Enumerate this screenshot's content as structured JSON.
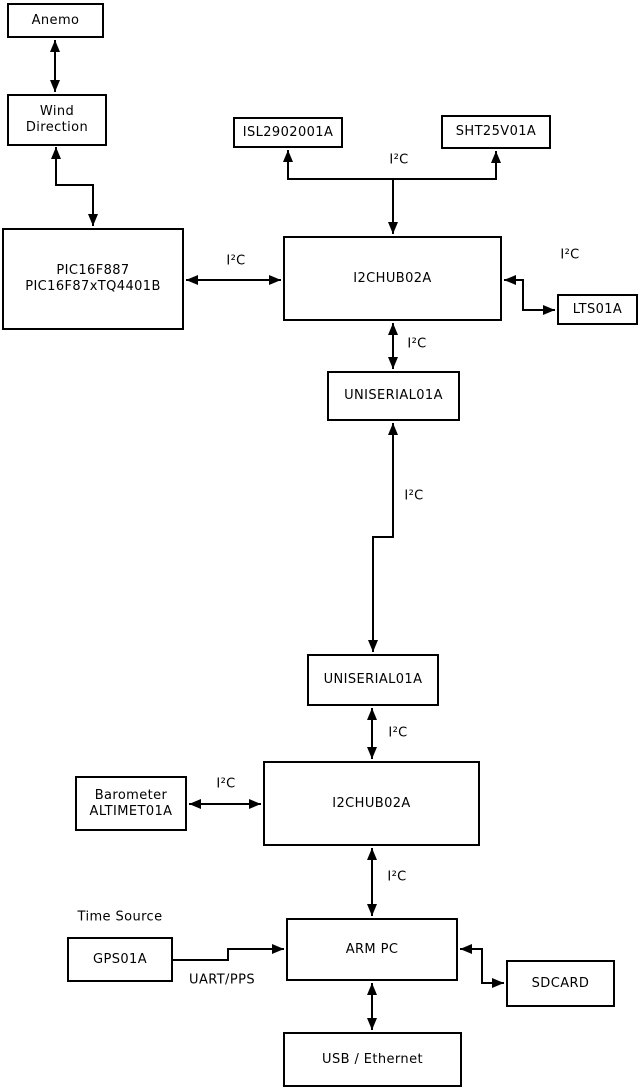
{
  "boxes": {
    "anemo": {
      "label": "Anemo"
    },
    "wind_direction": {
      "label": "Wind\nDirection"
    },
    "pic": {
      "label": "PIC16F887\nPIC16F87xTQ4401B"
    },
    "isl": {
      "label": "ISL2902001A"
    },
    "sht": {
      "label": "SHT25V01A"
    },
    "i2chub_top": {
      "label": "I2CHUB02A"
    },
    "lts": {
      "label": "LTS01A"
    },
    "uniserial_top": {
      "label": "UNISERIAL01A"
    },
    "uniserial_bottom": {
      "label": "UNISERIAL01A"
    },
    "barometer": {
      "label": "Barometer\nALTIMET01A"
    },
    "i2chub_bottom": {
      "label": "I2CHUB02A"
    },
    "gps": {
      "label": "GPS01A"
    },
    "arm_pc": {
      "label": "ARM PC"
    },
    "sdcard": {
      "label": "SDCARD"
    },
    "usb_ethernet": {
      "label": "USB / Ethernet"
    }
  },
  "labels": {
    "i2c": "I²C",
    "time_source": "Time Source",
    "uart_pps": "UART/PPS"
  },
  "colors": {
    "line": "#000000",
    "box_border": "#000000",
    "box_fill": "#ffffff",
    "background": "#ffffff",
    "text": "#000000"
  }
}
